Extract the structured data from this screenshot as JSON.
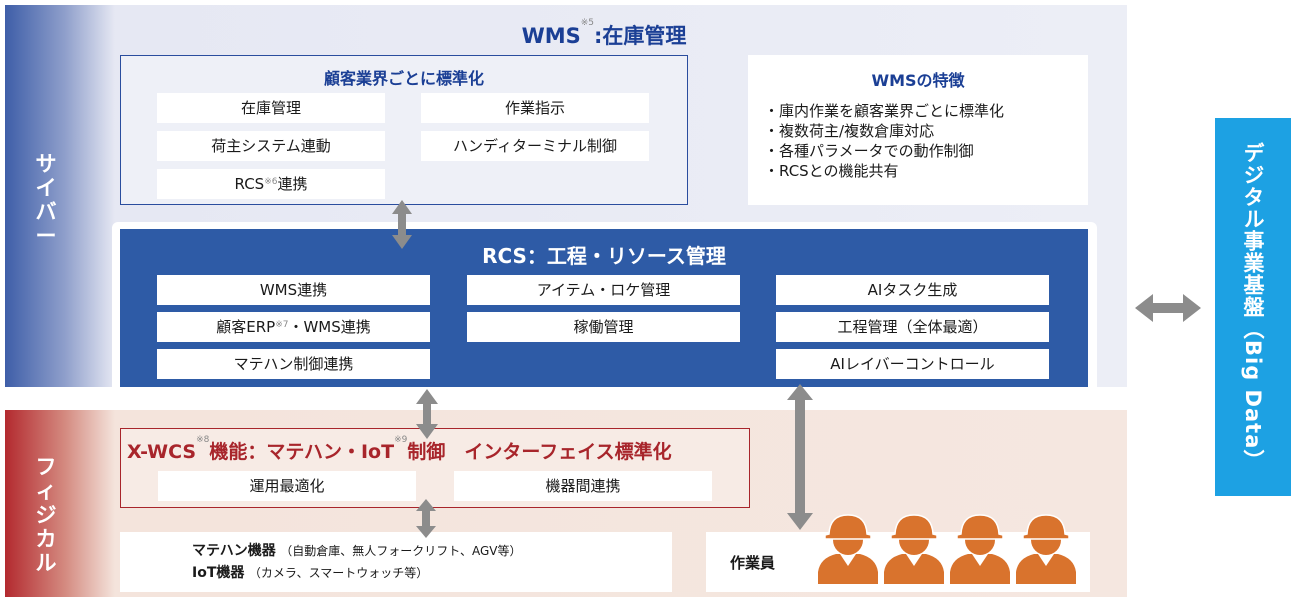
{
  "bands": {
    "cyber_label": "サイバー",
    "physical_label": "フィジカル"
  },
  "wms": {
    "title": "WMS",
    "title_note": "※5",
    "title_rest": ":在庫管理",
    "group_title": "顧客業界ごとに標準化",
    "cells": [
      "在庫管理",
      "作業指示",
      "荷主システム連動",
      "ハンディターミナル制御"
    ],
    "rcs_link_prefix": "RCS",
    "rcs_link_note": "※6",
    "rcs_link_suffix": "連携"
  },
  "features": {
    "title": "WMSの特徴",
    "items": [
      "庫内作業を顧客業界ごとに標準化",
      "複数荷主/複数倉庫対応",
      "各種パラメータでの動作制御",
      "RCSとの機能共有"
    ]
  },
  "rcs": {
    "title": "RCS：工程・リソース管理",
    "col1": [
      "WMS連携",
      "顧客ERP",
      "マテハン制御連携"
    ],
    "erp_note": "※7",
    "erp_suffix": "・WMS連携",
    "col2": [
      "アイテム・ロケ管理",
      "稼働管理"
    ],
    "col3": [
      "AIタスク生成",
      "工程管理（全体最適）",
      "AIレイバーコントロール"
    ]
  },
  "xwcs": {
    "t1": "X-WCS",
    "n1": "※8",
    "t2": "機能：マテハン・IoT",
    "n2": "※9",
    "t3": "制御　インターフェイス標準化",
    "cells": [
      "運用最適化",
      "機器間連携"
    ]
  },
  "equipment": {
    "line1_bold": "マテハン機器",
    "line1_rest": "（自動倉庫、無人フォークリフト、AGV等）",
    "line2_bold": "IoT機器",
    "line2_rest": "（カメラ、スマートウォッチ等）"
  },
  "workers": {
    "label": "作業員",
    "count": 4
  },
  "digital": {
    "label": "デジタル事業基盤（Big Data）"
  },
  "colors": {
    "navy": "#2e5ba6",
    "red": "#a8252b",
    "cyan": "#1da1e3",
    "worker": "#d9732d",
    "arrow": "#8c8c8c"
  }
}
